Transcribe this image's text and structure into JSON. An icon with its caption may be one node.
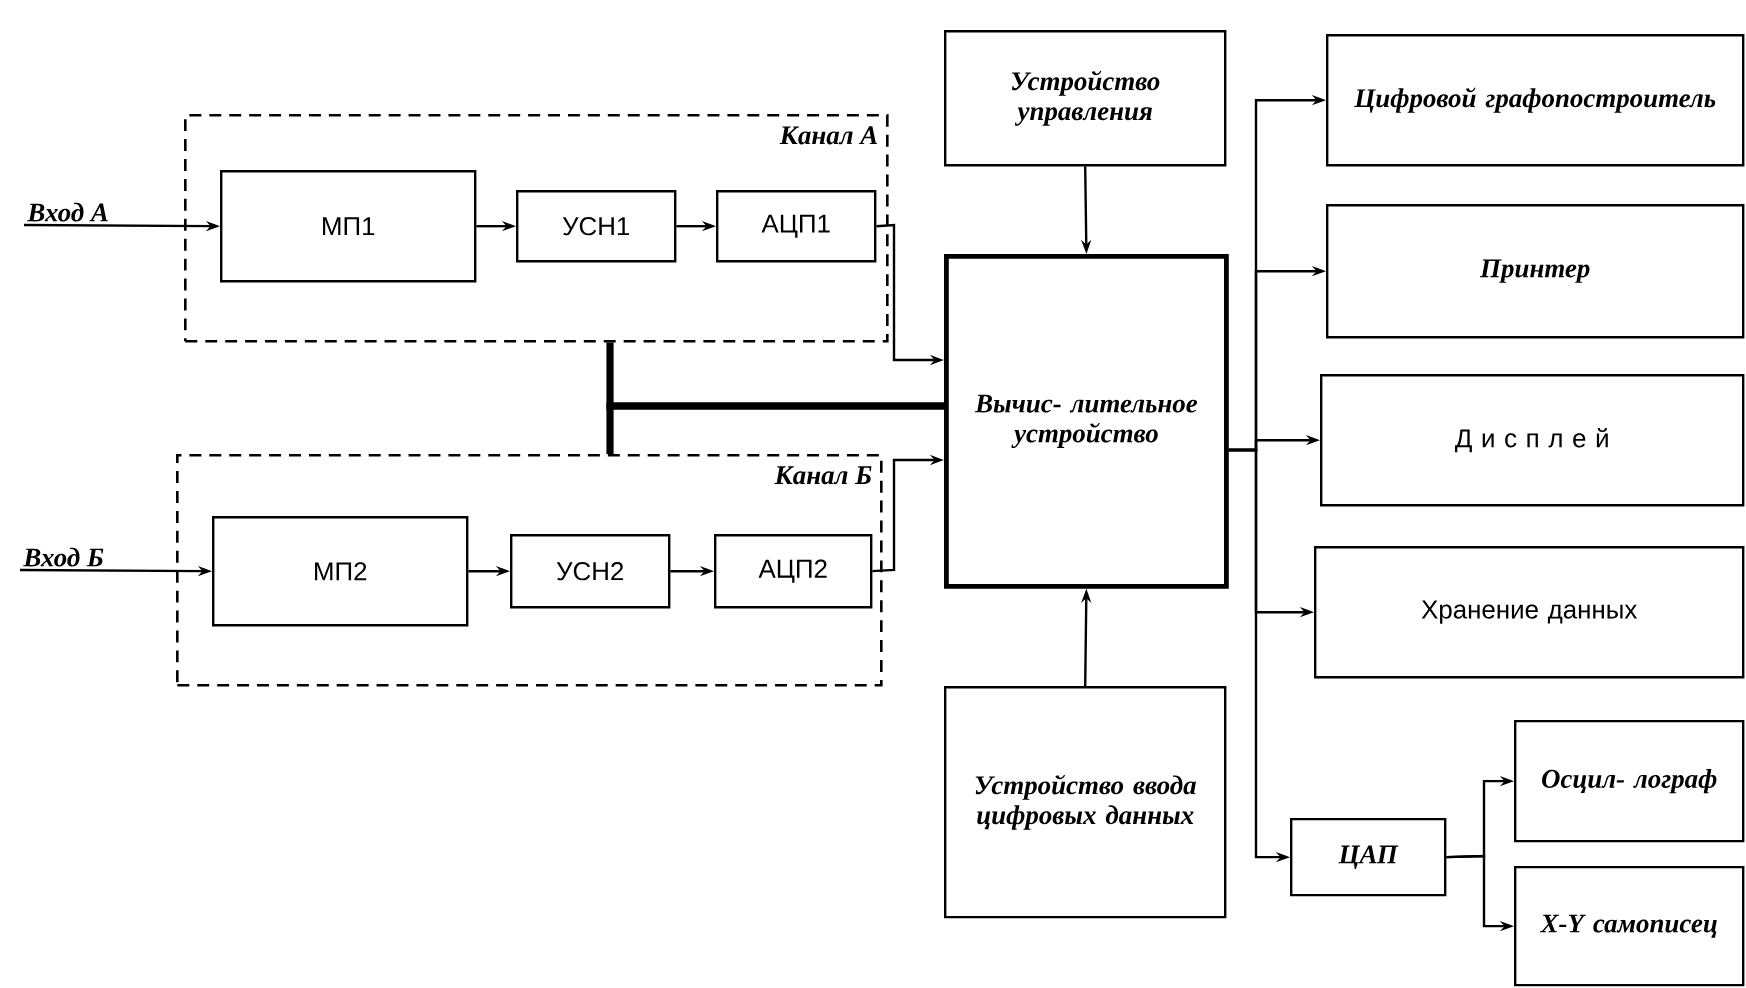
{
  "diagram": {
    "nodes": [
      {
        "text": [
          "Вход А"
        ]
      },
      {
        "text": [
          "Канал А"
        ]
      },
      {
        "text": [
          "МП1"
        ],
        "in": 1
      },
      {
        "text": [
          "УСН1"
        ],
        "in": 1
      },
      {
        "text": [
          "АЦП1"
        ],
        "in": 1
      },
      {
        "text": [
          "Вход Б"
        ]
      },
      {
        "text": [
          "Канал Б"
        ]
      },
      {
        "text": [
          "МП2"
        ],
        "in": 6
      },
      {
        "text": [
          "УСН2"
        ],
        "in": 6
      },
      {
        "text": [
          "АЦП2"
        ],
        "in": 6
      },
      {
        "text": [
          "Устройство управления"
        ]
      },
      {
        "text": [
          "Вычис- лительное устройство"
        ]
      },
      {
        "text": [
          "Устройство ввода цифровых данных"
        ]
      },
      {
        "text": [
          "Цифровой графопостроитель"
        ]
      },
      {
        "text": [
          "Принтер"
        ]
      },
      {
        "text": [
          "Д и с п л е й"
        ]
      },
      {
        "text": [
          "Хранение данных"
        ]
      },
      {
        "text": [
          "ЦАП"
        ]
      },
      {
        "text": [
          "Осцил- лограф"
        ]
      },
      {
        "text": [
          "X-Y самописец"
        ]
      }
    ],
    "edges": [
      {
        "from": 0,
        "to": 2,
        "arrow": "to"
      },
      {
        "from": 2,
        "to": 3,
        "arrow": "to"
      },
      {
        "from": 3,
        "to": 4,
        "arrow": "to"
      },
      {
        "from": 4,
        "to": 11,
        "arrow": "to"
      },
      {
        "from": 5,
        "to": 7,
        "arrow": "to"
      },
      {
        "from": 7,
        "to": 8,
        "arrow": "to"
      },
      {
        "from": 8,
        "to": 9,
        "arrow": "to"
      },
      {
        "from": 9,
        "to": 11,
        "arrow": "to"
      },
      {
        "from": 1,
        "to": 11,
        "arrow": "none",
        "style": "thick"
      },
      {
        "from": 6,
        "to": 11,
        "arrow": "none",
        "style": "thick"
      },
      {
        "from": 10,
        "to": 11,
        "arrow": "to"
      },
      {
        "from": 12,
        "to": 11,
        "arrow": "to"
      },
      {
        "from": 11,
        "to": 13,
        "arrow": "to"
      },
      {
        "from": 11,
        "to": 14,
        "arrow": "to"
      },
      {
        "from": 11,
        "to": 15,
        "arrow": "to"
      },
      {
        "from": 11,
        "to": 16,
        "arrow": "to"
      },
      {
        "from": 11,
        "to": 17,
        "arrow": "to"
      },
      {
        "from": 17,
        "to": 18,
        "arrow": "to"
      },
      {
        "from": 17,
        "to": 19,
        "arrow": "to"
      }
    ]
  }
}
